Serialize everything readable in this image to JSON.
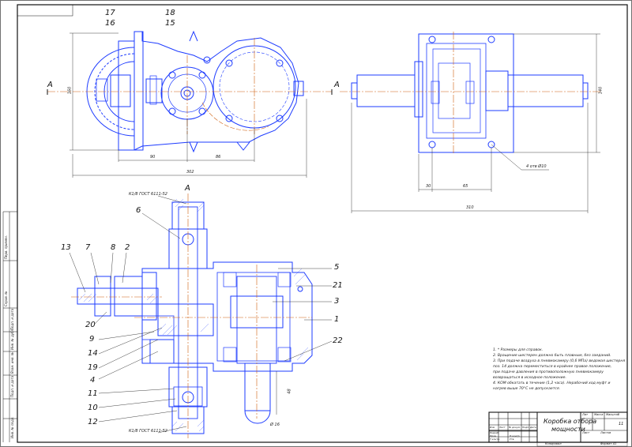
{
  "drawing": {
    "title_line1": "Коробка отбора",
    "title_line2": "мощности",
    "section_label": "А",
    "cut_label_left": "А",
    "cut_label_right": "А",
    "sheet_label": "Лист",
    "sheets_label": "Листов",
    "sheets_count": "11",
    "mass_label": "Масса",
    "scale_label": "Масштаб",
    "lit_label": "Лит",
    "copied_label": "Копировал",
    "format_label": "Формат А1",
    "standard_top": "К1/8 ГОСТ 6111-52",
    "standard_bottom": "К1/8 ГОСТ 6111-52",
    "holes_note": "4 отв Ø10",
    "diameter_note": "Ø 16",
    "row_labels": [
      "Изм",
      "Лист",
      "№ докум.",
      "Подп.",
      "Дата"
    ],
    "role_labels": [
      "Разраб.",
      "Пров.",
      "Т.контр.",
      "Н.контр.",
      "Утв."
    ],
    "side_labels": [
      "Перв. примен.",
      "Справ. №",
      "Подп. и дата",
      "Инв. № дубл.",
      "Взам. инв. №",
      "Подп. и дата",
      "Инв. № подл."
    ]
  },
  "callouts": {
    "c17": "17",
    "c16": "16",
    "c18": "18",
    "c15": "15",
    "c6": "6",
    "c13": "13",
    "c7": "7",
    "c8": "8",
    "c2": "2",
    "c20": "20",
    "c9": "9",
    "c14": "14",
    "c19": "19",
    "c4": "4",
    "c11": "11",
    "c10": "10",
    "c12": "12",
    "c5": "5",
    "c21": "21",
    "c3": "3",
    "c1": "1",
    "c22": "22"
  },
  "dimensions": {
    "d160": "160",
    "d90": "90",
    "d86": "86",
    "d302": "302",
    "d140": "140",
    "d30": "30",
    "d65": "65",
    "d310": "310",
    "d48": "48"
  },
  "notes": [
    "1. * Размеры для справок.",
    "2. Вращение шестерен должно быть плавным, без заеданий.",
    "3. При подаче воздуха в пневмокамеру (0,6 МПа) ведомая шестерня",
    "   поз. 14 должна переместиться в крайнее правое положение,",
    "   при подаче давления в противоположную пневмокамеру",
    "   возвращаться в исходное положение.",
    "4. КОМ обкатать в течение (1,2 часа). Нерабочий ход муфт и",
    "   нагрев выше 70°С не допускается."
  ]
}
